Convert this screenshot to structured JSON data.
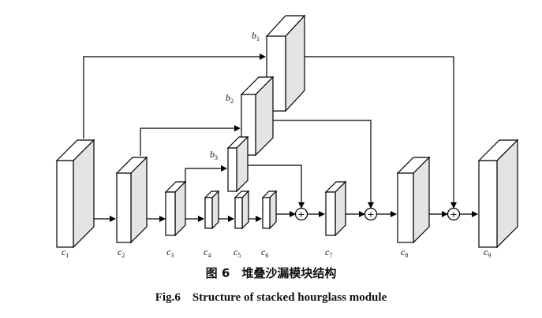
{
  "blocks": [
    {
      "id": "b1",
      "letter": "b",
      "index": "1"
    },
    {
      "id": "b2",
      "letter": "b",
      "index": "2"
    },
    {
      "id": "b3",
      "letter": "b",
      "index": "3"
    },
    {
      "id": "c1",
      "letter": "c",
      "index": "1"
    },
    {
      "id": "c2",
      "letter": "c",
      "index": "2"
    },
    {
      "id": "c3",
      "letter": "c",
      "index": "3"
    },
    {
      "id": "c4",
      "letter": "c",
      "index": "4"
    },
    {
      "id": "c5",
      "letter": "c",
      "index": "5"
    },
    {
      "id": "c6",
      "letter": "c",
      "index": "6"
    },
    {
      "id": "c7",
      "letter": "c",
      "index": "7"
    },
    {
      "id": "c8",
      "letter": "c",
      "index": "8"
    },
    {
      "id": "c9",
      "letter": "c",
      "index": "9"
    }
  ],
  "sum_symbol": "+",
  "caption": {
    "cn": "图 6　堆叠沙漏模块结构",
    "en": "Fig.6　Structure of stacked hourglass module"
  }
}
